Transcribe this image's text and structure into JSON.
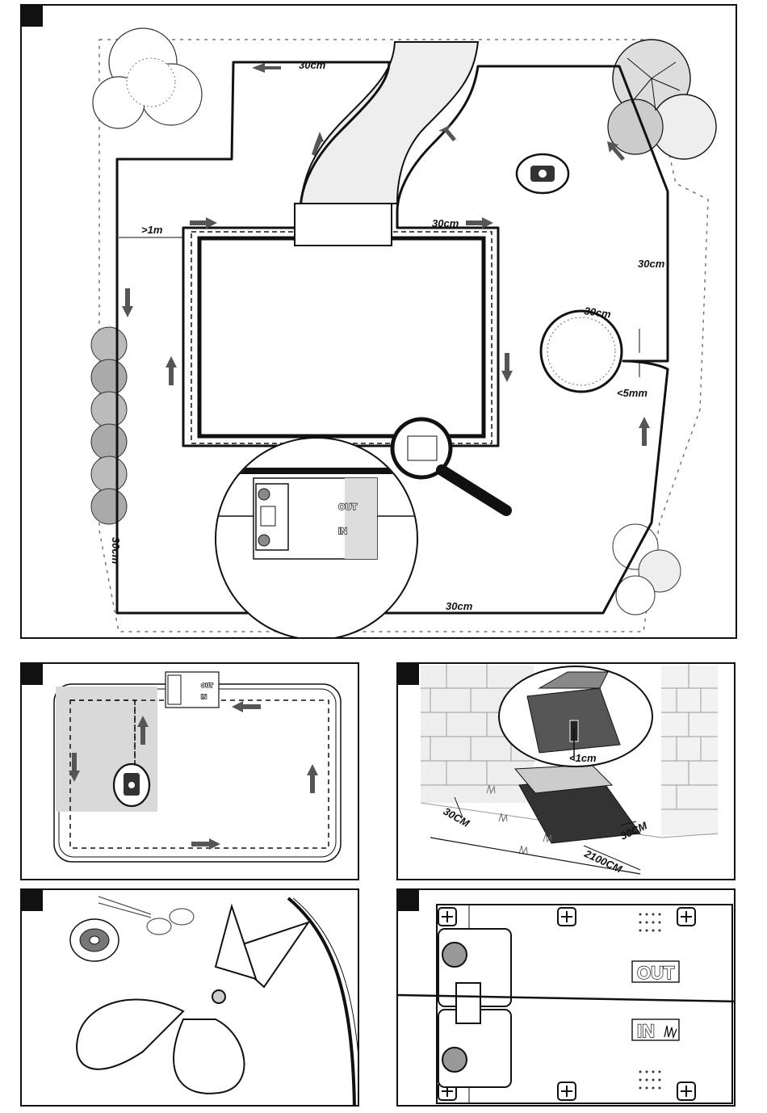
{
  "fig1": {
    "labels": {
      "top_wire": "30cm",
      "left_gap": ">1m",
      "station_side": "30cm",
      "right_side": "30cm",
      "tree": "30cm",
      "tree_gap": "<5mm",
      "left_bottom": "30cm",
      "bottom": "30cm"
    },
    "station": {
      "out": "OUT",
      "in": "IN"
    }
  },
  "fig2": {
    "station": {
      "out": "OUT",
      "in": "IN"
    }
  },
  "fig3": {
    "gap": "<1cm",
    "side_dist": "30CM",
    "side_dist2": "30CM",
    "front_dist": "2100CM"
  },
  "fig5": {
    "out": "OUT",
    "in": "IN"
  },
  "colors": {
    "ink": "#111111",
    "shade": "#d9d9d9",
    "grass": "#6a6a6a"
  }
}
